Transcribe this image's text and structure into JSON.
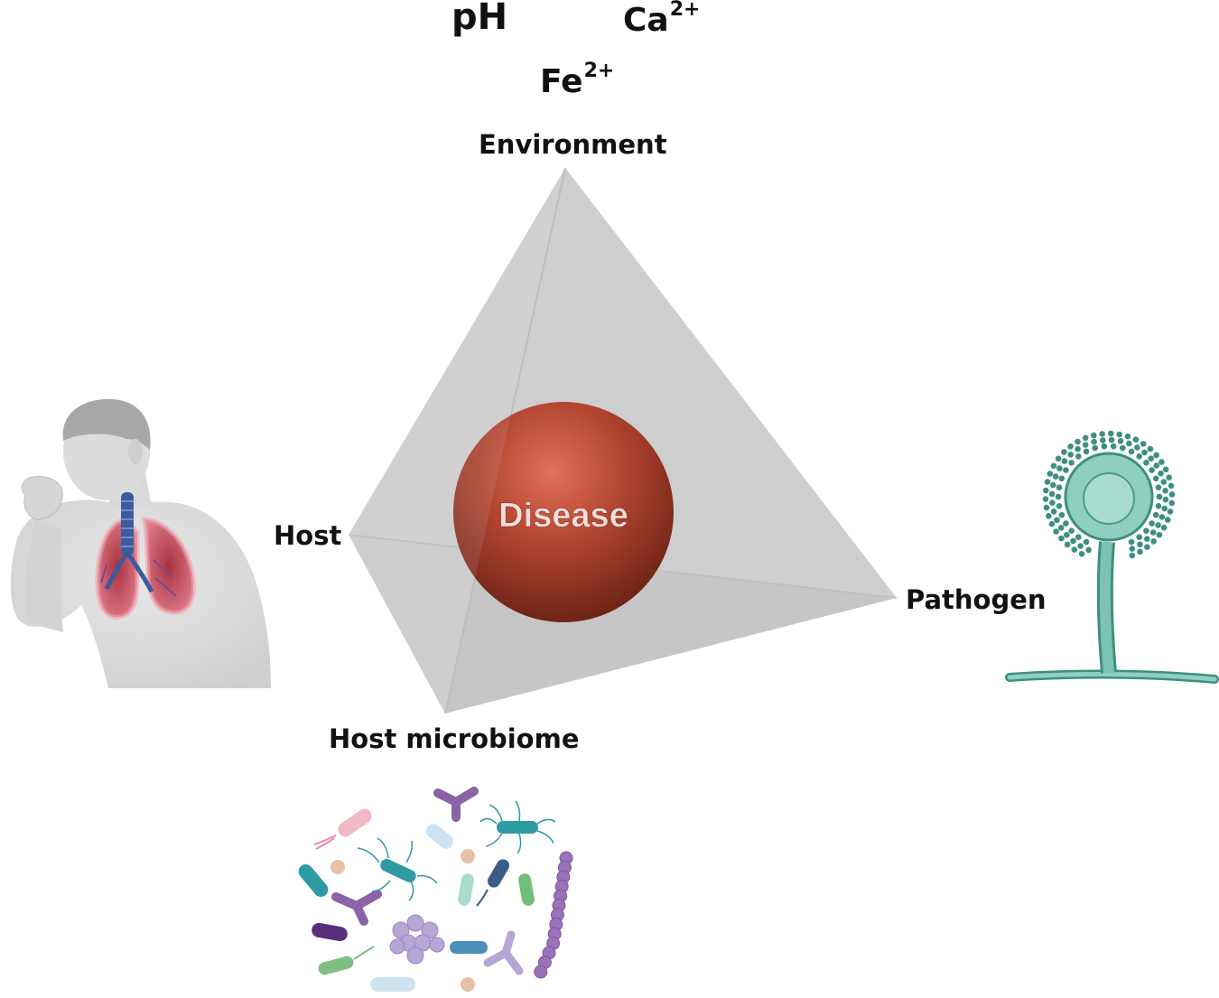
{
  "ions": {
    "ph": "pH",
    "ca_base": "Ca",
    "ca_charge": "2+",
    "fe_base": "Fe",
    "fe_charge": "2+"
  },
  "vertices": {
    "environment": "Environment",
    "host": "Host",
    "pathogen": "Pathogen",
    "host_microbiome": "Host microbiome"
  },
  "center": {
    "label": "Disease"
  },
  "colors": {
    "face_light": "#d2d2d2",
    "face_dark": "#c2c2c2",
    "edge": "#b4b4b4",
    "sphere_highlight": "#e06a55",
    "sphere_mid": "#b54530",
    "sphere_dark": "#6e2416",
    "lung": "#c94b5a",
    "trachea": "#3c5a9c",
    "fungus": "#6fb5a6",
    "fungus_dark": "#3e8f80",
    "microbe_purple": "#8b63a8",
    "microbe_teal": "#2e9aa3",
    "microbe_pink": "#f2b8c6"
  }
}
